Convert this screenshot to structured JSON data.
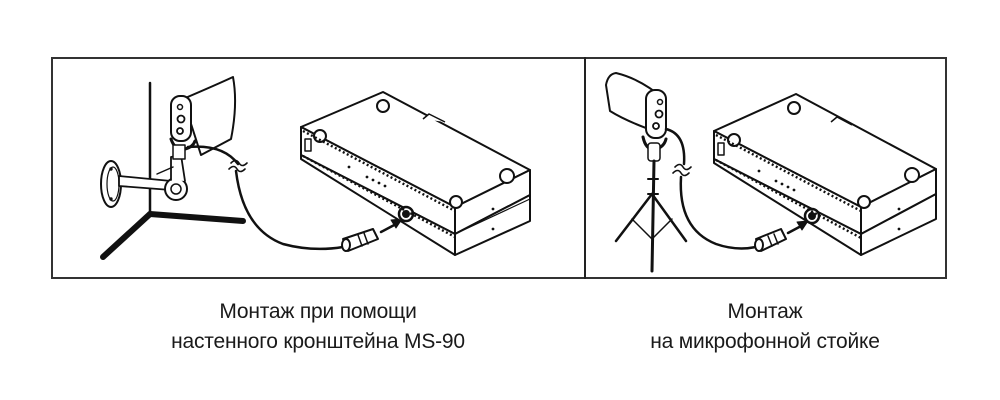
{
  "figure": {
    "panels": [
      {
        "id": "wall-mount",
        "illustration": "microphone on MS-90 wall bracket connected by cable to receiver unit",
        "caption_lines": [
          "Монтаж при помощи",
          "настенного кронштейна MS-90"
        ]
      },
      {
        "id": "stand-mount",
        "illustration": "microphone on tripod stand connected by cable to receiver unit",
        "caption_lines": [
          "Монтаж",
          "на микрофонной стойке"
        ]
      }
    ],
    "colors": {
      "line": "#111111",
      "frame": "#333333",
      "background": "#ffffff"
    }
  }
}
